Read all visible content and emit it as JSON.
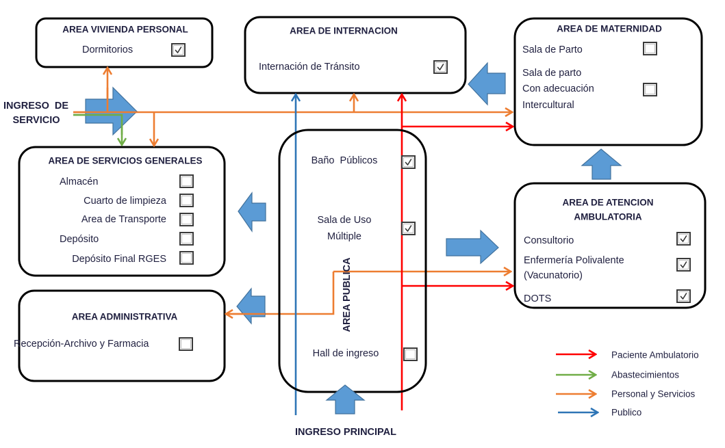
{
  "areas": {
    "vivienda_personal": {
      "title": "AREA VIVIENDA PERSONAL",
      "items": [
        {
          "label": "Dormitorios",
          "checked": true
        }
      ]
    },
    "internacion": {
      "title": "AREA DE INTERNACION",
      "items": [
        {
          "label": "Internación de Tránsito",
          "checked": true
        }
      ]
    },
    "maternidad": {
      "title": "AREA DE MATERNIDAD",
      "items": [
        {
          "label": "Sala de Parto",
          "checked": false
        },
        {
          "label_lines": [
            "Sala de parto",
            "Con adecuación",
            "Intercultural"
          ],
          "checked": false
        }
      ]
    },
    "servicios_generales": {
      "title": "AREA DE SERVICIOS GENERALES",
      "items": [
        {
          "label": "Almacén",
          "checked": false
        },
        {
          "label": "Cuarto de limpieza",
          "checked": false
        },
        {
          "label": "Area de Transporte",
          "checked": false
        },
        {
          "label": "Depósito",
          "checked": false
        },
        {
          "label": "Depósito Final RGES",
          "checked": false
        }
      ]
    },
    "administrativa": {
      "title": "AREA ADMINISTRATIVA",
      "items": [
        {
          "label": "Recepción-Archivo y Farmacia",
          "checked": false
        }
      ]
    },
    "publica": {
      "title": "AREA PUBLICA",
      "items": [
        {
          "label": "Baño  Públicos",
          "checked": true
        },
        {
          "label_lines": [
            "Sala de Uso",
            "Múltiple"
          ],
          "checked": true
        },
        {
          "label": "Hall de ingreso",
          "checked": false
        }
      ]
    },
    "atencion_ambulatoria": {
      "title_lines": [
        "AREA DE ATENCION",
        "AMBULATORIA"
      ],
      "items": [
        {
          "label": "Consultorio",
          "checked": true
        },
        {
          "label_lines": [
            "Enfermería Polivalente",
            "(Vacunatorio)"
          ],
          "checked": true
        },
        {
          "label": "DOTS",
          "checked": true
        }
      ]
    }
  },
  "entrances": {
    "service": {
      "label_lines": [
        "INGRESO  DE",
        "SERVICIO"
      ]
    },
    "main": {
      "label": "INGRESO PRINCIPAL"
    }
  },
  "legend": [
    {
      "key": "paciente_ambulatorio",
      "label": "Paciente Ambulatorio",
      "color": "#ff0000"
    },
    {
      "key": "abastecimientos",
      "label": "Abastecimientos",
      "color": "#70ad47"
    },
    {
      "key": "personal_servicios",
      "label": "Personal y Servicios",
      "color": "#ed7d31"
    },
    {
      "key": "publico",
      "label": "Publico",
      "color": "#2e75b6"
    }
  ],
  "colors": {
    "block_arrow_fill": "#5b9bd5",
    "block_arrow_stroke": "#41719c",
    "text": "#1f1f3f"
  }
}
